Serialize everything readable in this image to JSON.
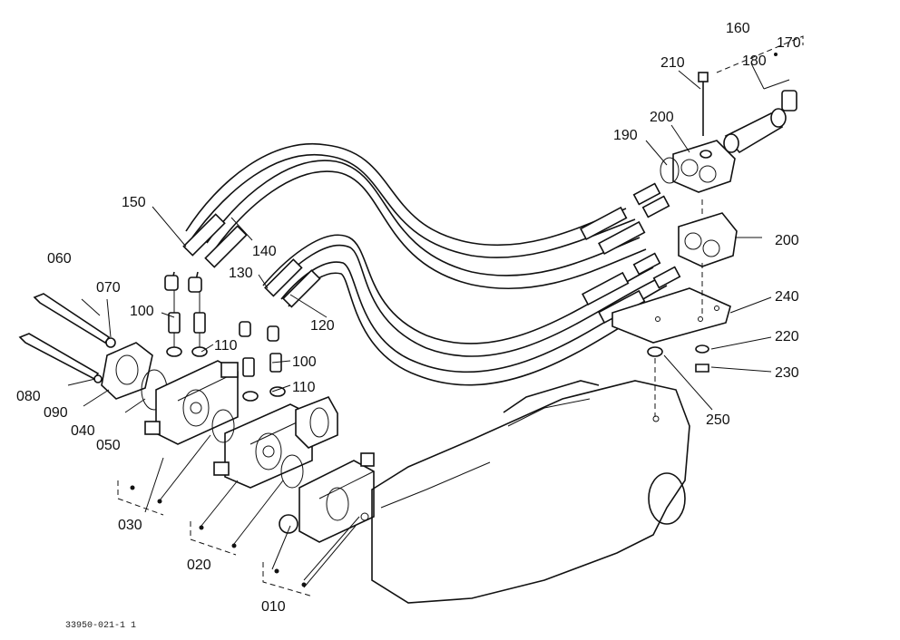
{
  "labels": {
    "p010": "010",
    "p020": "020",
    "p030": "030",
    "p040": "040",
    "p050": "050",
    "p060": "060",
    "p070": "070",
    "p080": "080",
    "p090": "090",
    "p100a": "100",
    "p100b": "100",
    "p110a": "110",
    "p110b": "110",
    "p120": "120",
    "p130": "130",
    "p140": "140",
    "p150": "150",
    "p160": "160",
    "p170": "170",
    "p180": "180",
    "p190": "190",
    "p200a": "200",
    "p200b": "200",
    "p210": "210",
    "p220": "220",
    "p230": "230",
    "p240": "240",
    "p250": "250"
  },
  "drawing_code": "33950-021-1 1"
}
